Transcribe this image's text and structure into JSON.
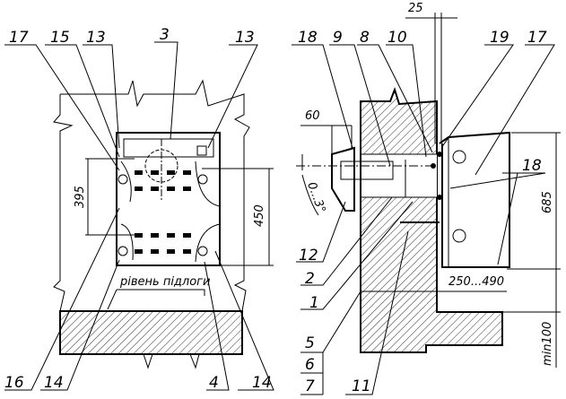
{
  "left_view": {
    "callouts_top": [
      "17",
      "15",
      "13",
      "3",
      "13"
    ],
    "callouts_bottom": [
      "16",
      "14",
      "4",
      "14"
    ],
    "dim_395": "395",
    "dim_450": "450",
    "floor_label": "рівень підлоги"
  },
  "right_view": {
    "callouts_top": [
      "18",
      "9",
      "8",
      "10",
      "19",
      "17"
    ],
    "callouts_left": [
      "12",
      "2",
      "1",
      "5",
      "6",
      "7"
    ],
    "callout_bottom": "11",
    "callout_18_right": "18",
    "dim_25": "25",
    "dim_60": "60",
    "dim_angle": "0...3°",
    "dim_685": "685",
    "dim_250_490": "250...490",
    "dim_min100": "min100"
  }
}
